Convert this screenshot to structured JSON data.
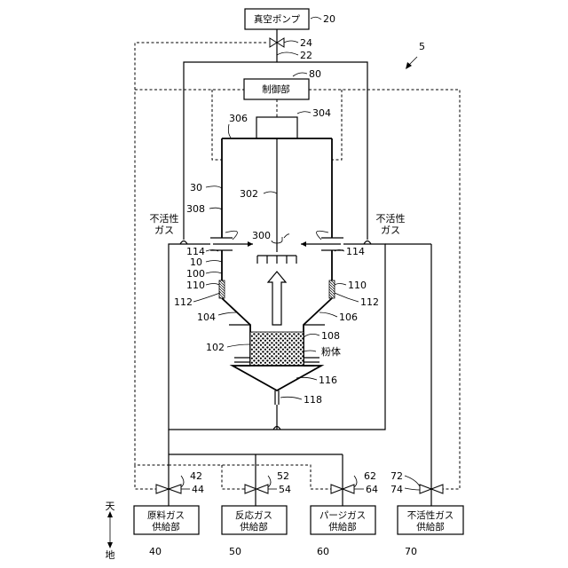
{
  "boxes": {
    "vacuum_pump": "真空ポンプ",
    "control_unit": "制御部",
    "source_gas_supply": [
      "原料ガス",
      "供給部"
    ],
    "reaction_gas_supply": [
      "反応ガス",
      "供給部"
    ],
    "purge_gas_supply": [
      "パージガス",
      "供給部"
    ],
    "inert_gas_supply": [
      "不活性ガス",
      "供給部"
    ]
  },
  "labels": {
    "inert_gas_left": [
      "不活性",
      "ガス"
    ],
    "inert_gas_right": [
      "不活性",
      "ガス"
    ],
    "powder": "粉体",
    "top": "天",
    "bottom": "地"
  },
  "refs": {
    "r5": "5",
    "r10": "10",
    "r20": "20",
    "r22": "22",
    "r24": "24",
    "r30": "30",
    "r40": "40",
    "r42": "42",
    "r44": "44",
    "r50": "50",
    "r52": "52",
    "r54": "54",
    "r60": "60",
    "r62": "62",
    "r64": "64",
    "r70": "70",
    "r72": "72",
    "r74": "74",
    "r80": "80",
    "r100": "100",
    "r102": "102",
    "r104": "104",
    "r106": "106",
    "r108": "108",
    "r110l": "110",
    "r110r": "110",
    "r112l": "112",
    "r112r": "112",
    "r114l": "114",
    "r114r": "114",
    "r116": "116",
    "r118": "118",
    "r300": "300",
    "r302": "302",
    "r304": "304",
    "r306": "306",
    "r308": "308"
  }
}
